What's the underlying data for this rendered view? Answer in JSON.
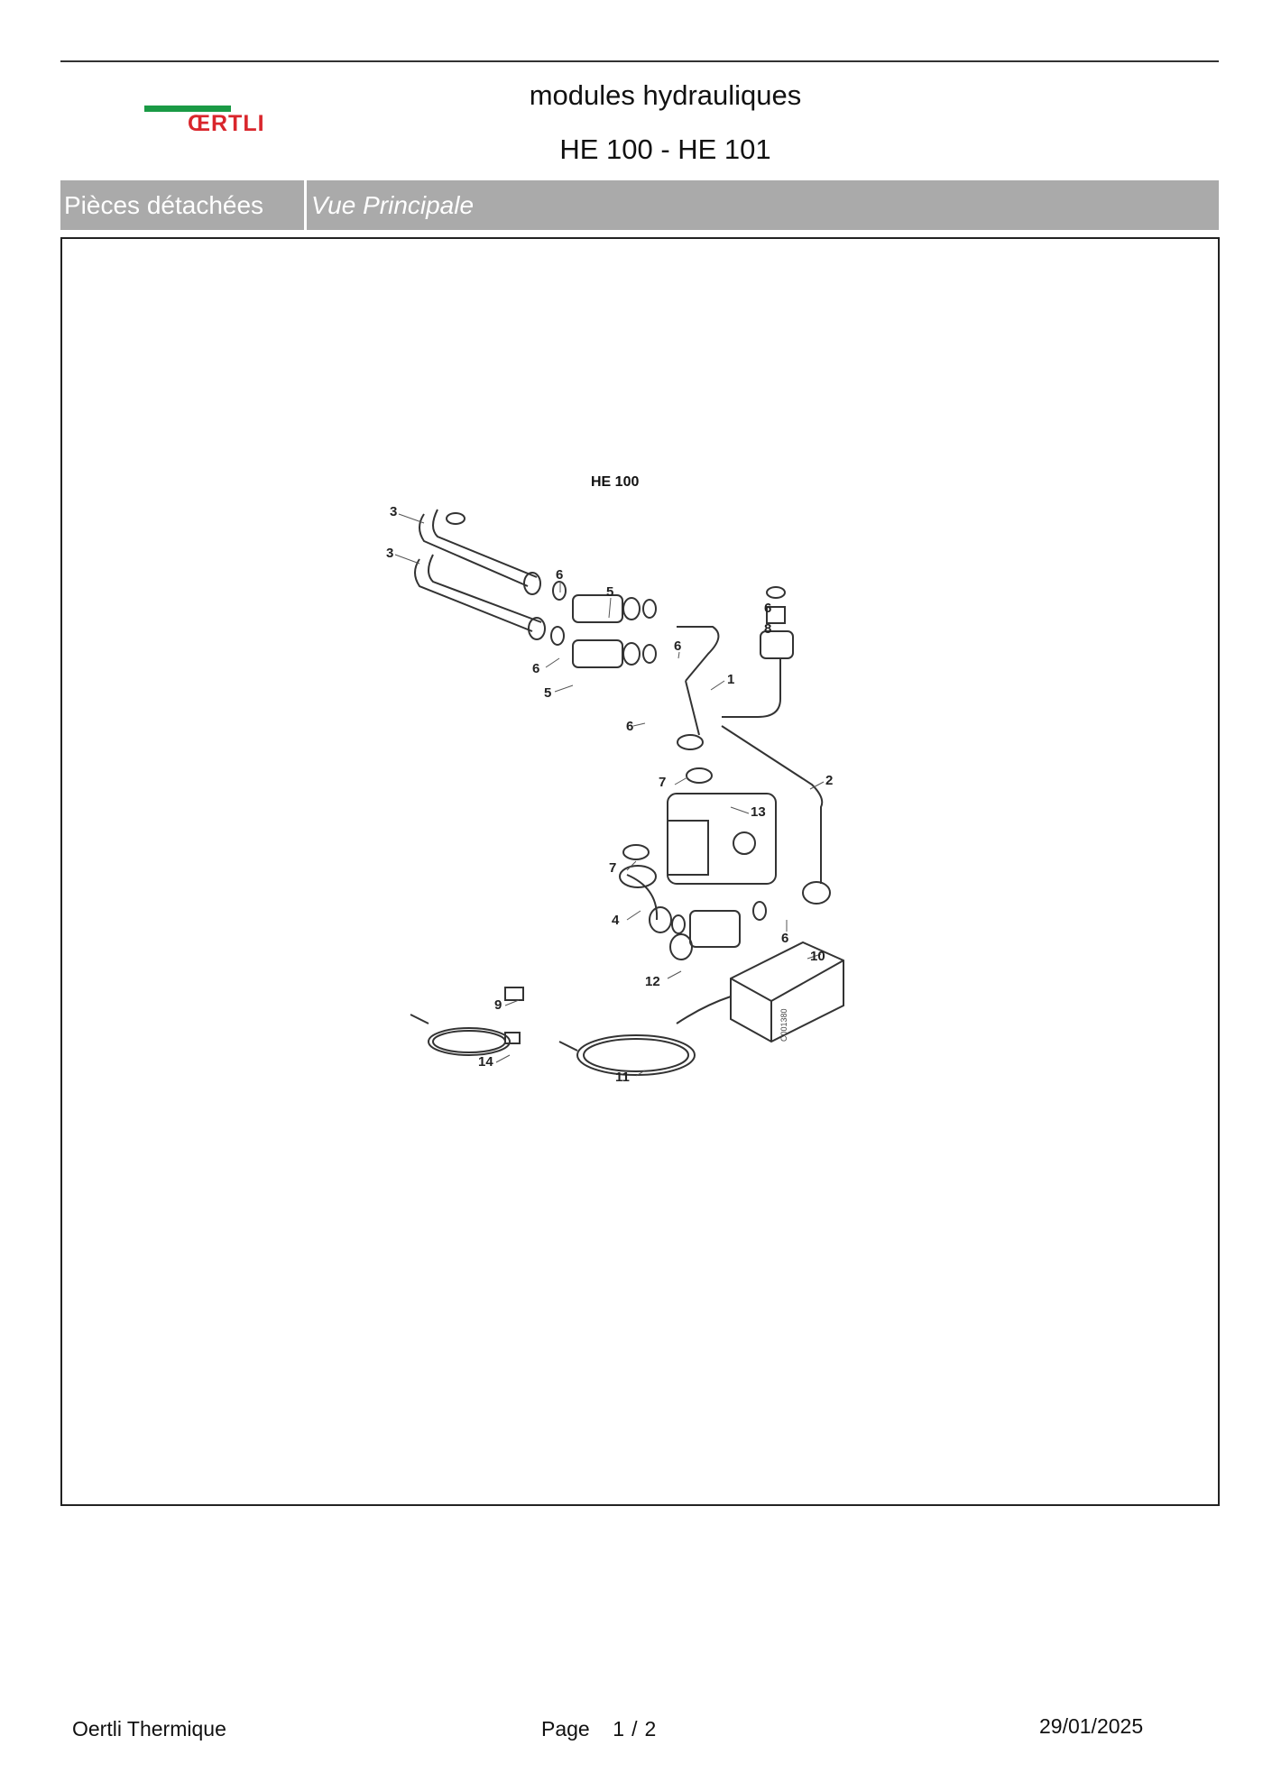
{
  "brand": {
    "logo_text": "ŒRTLI",
    "bar_color": "#1a9a45",
    "text_color": "#d9262c"
  },
  "header": {
    "title_line1": "modules hydrauliques",
    "title_line2": "HE 100 - HE 101"
  },
  "section": {
    "left_label": "Pièces détachées",
    "right_label": "Vue Principale"
  },
  "figure": {
    "title": "HE 100",
    "drawing_code": "C001380",
    "labels": [
      "3",
      "3",
      "6",
      "5",
      "6",
      "8",
      "6",
      "6",
      "5",
      "1",
      "6",
      "2",
      "7",
      "13",
      "7",
      "4",
      "6",
      "12",
      "10",
      "9",
      "14",
      "11"
    ]
  },
  "footer": {
    "company": "Oertli Thermique",
    "page_label": "Page",
    "page_current": "1",
    "page_sep": "/",
    "page_total": "2",
    "date": "29/01/2025"
  }
}
